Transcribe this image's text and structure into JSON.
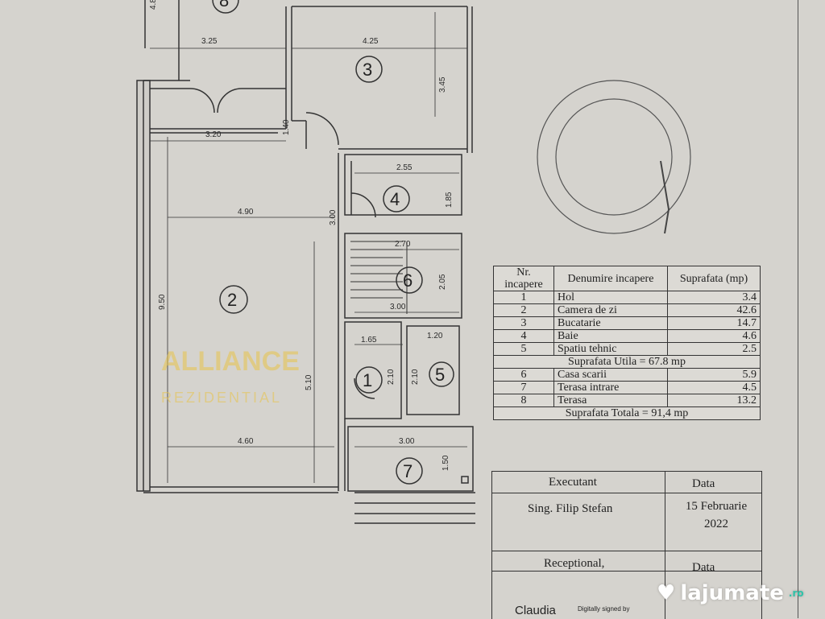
{
  "floor_plan": {
    "rooms": [
      "1",
      "2",
      "3",
      "4",
      "5",
      "6",
      "7",
      "8"
    ],
    "dimensions": {
      "top_left_width": "3.25",
      "kitchen_width": "4.25",
      "kitchen_depth": "3.45",
      "entry_width": "3.20",
      "entry_depth": "1.40",
      "bath_width": "2.55",
      "bath_depth": "1.85",
      "living_width": "4.90",
      "living_length": "9.50",
      "hall_side": "3.00",
      "stair_width": "2.70",
      "stair_depth": "2.05",
      "stair_bottom": "3.00",
      "hol_width": "1.65",
      "tech_width": "1.20",
      "hol_depth": "2.10",
      "tech_depth": "2.10",
      "living_lower": "5.10",
      "living_bottom": "4.60",
      "terrace_width": "3.00",
      "terrace_depth": "1.50",
      "top_edge": "4.8"
    },
    "watermark": {
      "brand": "ALLIANCE",
      "sub": "REZIDENTIAL"
    }
  },
  "legend_table": {
    "headers": [
      "Nr. incapere",
      "Denumire incapere",
      "Suprafata (mp)"
    ],
    "rows_a": [
      {
        "nr": "1",
        "name": "Hol",
        "area": "3.4"
      },
      {
        "nr": "2",
        "name": "Camera de zi",
        "area": "42.6"
      },
      {
        "nr": "3",
        "name": "Bucatarie",
        "area": "14.7"
      },
      {
        "nr": "4",
        "name": "Baie",
        "area": "4.6"
      },
      {
        "nr": "5",
        "name": "Spatiu tehnic",
        "area": "2.5"
      }
    ],
    "subtotal": "Suprafata Utila = 67.8 mp",
    "rows_b": [
      {
        "nr": "6",
        "name": "Casa scarii",
        "area": "5.9"
      },
      {
        "nr": "7",
        "name": "Terasa intrare",
        "area": "4.5"
      },
      {
        "nr": "8",
        "name": "Terasa",
        "area": "13.2"
      }
    ],
    "total": "Suprafata Totala = 91,4 mp"
  },
  "signature_block": {
    "executant_label": "Executant",
    "date_label": "Data",
    "executant_name": "Sing. Filip  Stefan",
    "date_value": "15 Februarie 2022",
    "received_label": "Receptional,",
    "received_date_label": "Data",
    "signer": "Claudia",
    "digital_note": "Digitally signed by"
  },
  "site_logo": {
    "name": "lajumate",
    "tld": ".ro"
  }
}
